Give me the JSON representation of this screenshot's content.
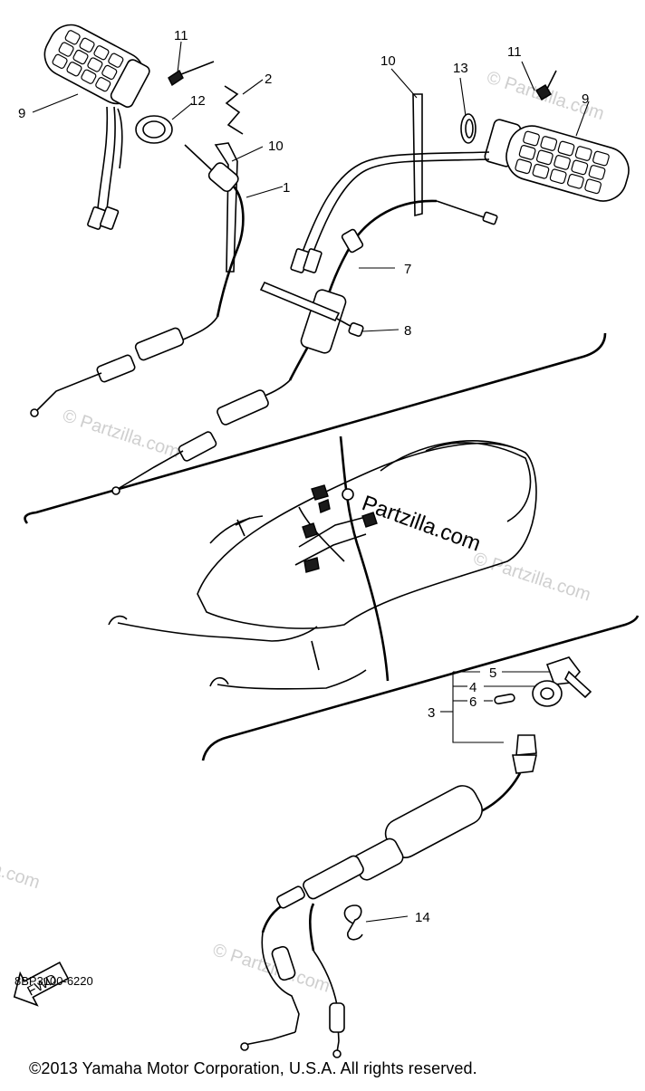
{
  "diagram": {
    "callouts": [
      "1",
      "2",
      "3",
      "4",
      "5",
      "6",
      "7",
      "8",
      "9",
      "10",
      "11",
      "12",
      "13",
      "14"
    ],
    "callout_9_left": "9",
    "callout_11_left": "11",
    "callout_10_left": "10",
    "fwd_label": "FWD",
    "code": "8BP3100-6220",
    "copyright": "©2013  Yamaha Motor Corporation, U.S.A. All rights reserved."
  },
  "watermarks": {
    "main": "Partzilla.com",
    "faint": "© Partzilla.com"
  }
}
